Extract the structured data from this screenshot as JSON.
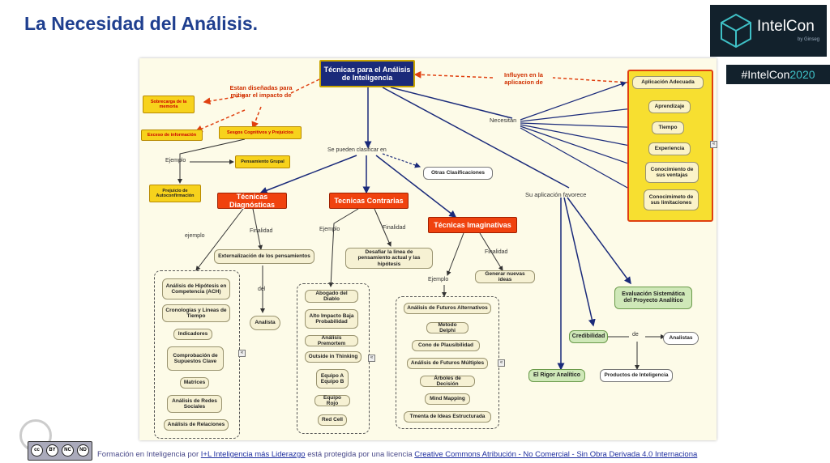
{
  "slide": {
    "title": "La Necesidad del Análisis."
  },
  "brand": {
    "logo_text": "IntelCon",
    "logo_sub": "by Ginseg",
    "hashtag_prefix": "#IntelCon",
    "hashtag_year": "2020"
  },
  "map": {
    "main": "Técnicas para el Análisis de Inteligencia",
    "link_influyen": "Influyen en la aplicacion de",
    "link_disenadas": "Estan diseñadas para mitigar el impacto de",
    "sobrecarga": "Sobrecarga de la memoria",
    "exceso": "Exceso de información",
    "sesgos": "Sesgos Cognitivos y Prejuicios",
    "ejemplo1": "Ejemplo",
    "pensamiento": "Pensamiento Grupal",
    "prejuicio": "Prejuicio de Autoconfirmación",
    "clasificar": "Se pueden clasificar en",
    "otras": "Otras Clasificaciones",
    "necesitan": "Necesitan",
    "needs": [
      "Aplicación Adecuada",
      "Aprendizaje",
      "Tiempo",
      "Experiencia",
      "Conocimiento de sus ventajas",
      "Conocimimeto de sus limitaciones"
    ],
    "favorece": "Su aplicación favorece",
    "diag": "Técnicas Diagnósticas",
    "contr": "Tecnicas Contrarias",
    "imag": "Técnicas Imaginativas",
    "ejemplo_lc": "ejemplo",
    "finalidad": "Finalidad",
    "ejemplo_cap": "Ejemplo",
    "extern": "Externalización de los pensamientos",
    "del": "del",
    "analista": "Analista",
    "desafiar": "Desafiar la linea de pensamiento actual y las hipótesis",
    "generar": "Generar nuevas ideas",
    "diag_items": [
      "Análisis de Hipótesis en Competencia (ACH)",
      "Cronologías y Lineas de Tiempo",
      "Indicadores",
      "Comprobación de Supuestos Clave",
      "Matrices",
      "Análisis de Redes Sociales",
      "Análisis de Relaciones"
    ],
    "contr_items": [
      "Abogado del Diablo",
      "Alto Impacto Baja Probabilidad",
      "Análisis Premortem",
      "Outside in Thinking",
      "Equipo A Equipo B",
      "Equipo Rojo",
      "Red Cell"
    ],
    "imag_items": [
      "Análisis de Futuros Alternativos",
      "Metodo Delphi",
      "Cono de Plausibilidad",
      "Análisis de Futuros Múltiples",
      "Árboles de Decisión",
      "Mind Mapping",
      "Tmenta de Ideas Estructurada"
    ],
    "evaluacion": "Evaluación Sistemática del Proyecto Analítico",
    "credibilidad": "Credibilidad",
    "de": "de",
    "analistas": "Analistas",
    "productos": "Productos de Inteligencia",
    "rigor": "El Rigor Analítico"
  },
  "footer": {
    "pre": "Formación en Inteligencia por ",
    "link1": "I+L Inteligencia más Liderazgo",
    "mid": " está protegida por una licencia ",
    "link2": "Creative Commons Atribución - No Comercial - Sin Obra Derivada 4.0 Internaciona"
  },
  "cc": {
    "labels": [
      "cc",
      "BY",
      "NC",
      "ND"
    ]
  },
  "colors": {
    "title": "#1f3f8f",
    "main_node": "#1a2a7a",
    "yellow": "#f7d21c",
    "red": "#f0420e",
    "green": "#cfe8b8"
  }
}
